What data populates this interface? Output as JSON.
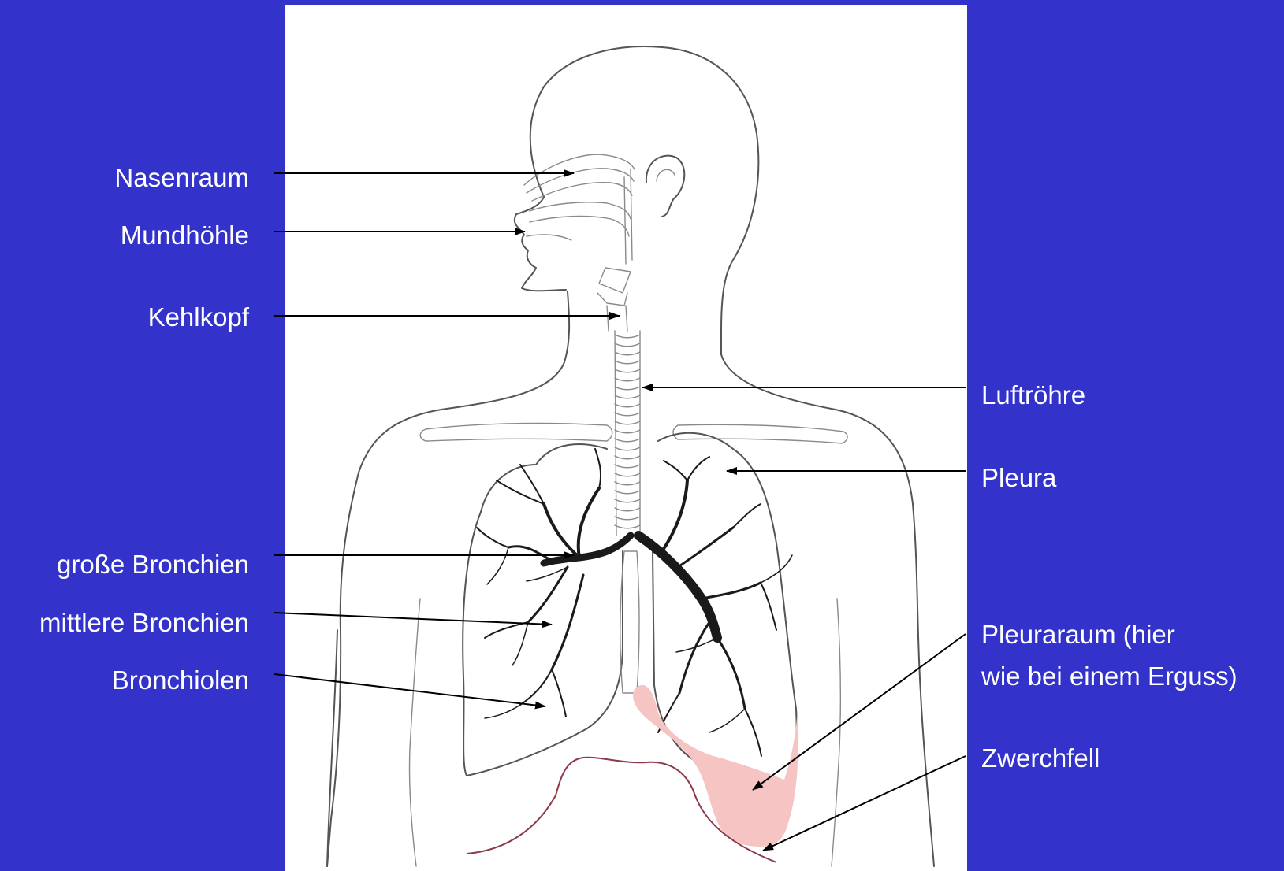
{
  "colors": {
    "background": "#3333cc",
    "paper": "#ffffff",
    "effusion": "#f7c4c4",
    "diaphragm": "#8b3a4a",
    "label_text": "#ffffff",
    "pointer": "#000000"
  },
  "labels": {
    "nasenraum": "Nasenraum",
    "mundhoehle": "Mundhöhle",
    "kehlkopf": "Kehlkopf",
    "luftroehre": "Luftröhre",
    "pleura": "Pleura",
    "grosse_bronchien": "große Bronchien",
    "mittlere_bronchien": "mittlere Bronchien",
    "bronchiolen": "Bronchiolen",
    "pleuraraum_line1": "Pleuraraum (hier",
    "pleuraraum_line2": "wie bei einem Erguss)",
    "zwerchfell": "Zwerchfell"
  }
}
